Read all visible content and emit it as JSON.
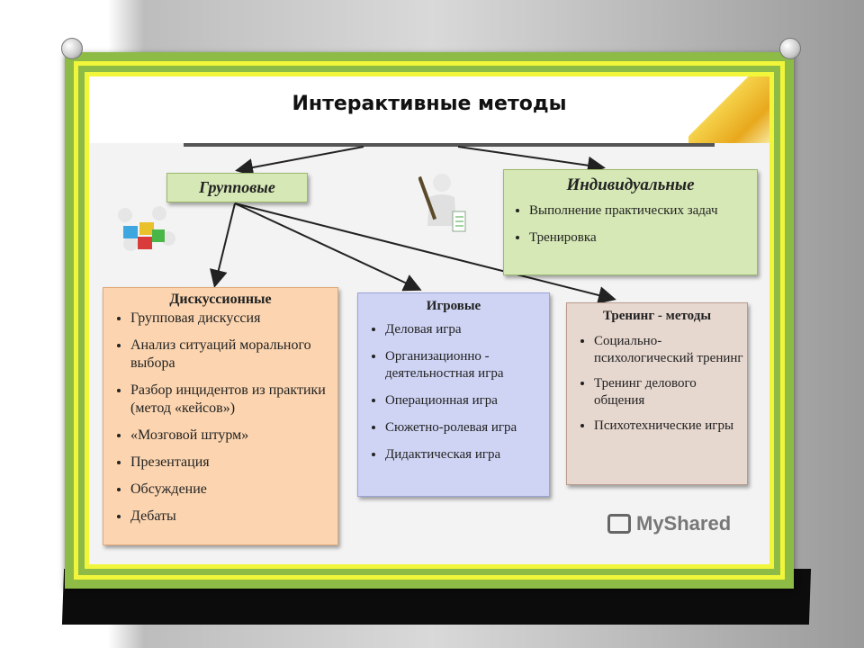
{
  "title": "Интерактивные методы",
  "nodes": {
    "group": {
      "label": "Групповые"
    },
    "individual": {
      "label": "Индивидуальные",
      "items": [
        "Выполнение практических задач",
        "Тренировка"
      ]
    },
    "discussion": {
      "label": "Дискуссионные",
      "items": [
        "Групповая дискуссия",
        "Анализ ситуаций морального выбора",
        "Разбор инцидентов из практики (метод «кейсов»)",
        "«Мозговой штурм»",
        "Презентация",
        "Обсуждение",
        "Дебаты"
      ]
    },
    "game": {
      "label": "Игровые",
      "items": [
        "Деловая игра",
        "Организационно - деятельностная игра",
        "Операционная игра",
        "Сюжетно-ролевая игра",
        "Дидактическая игра"
      ]
    },
    "training": {
      "label": "Тренинг - методы",
      "items": [
        "Социально-психологический тренинг",
        "Тренинг делового общения",
        "Психотехнические игры"
      ]
    }
  },
  "edges": [
    {
      "from": "title",
      "to": "group"
    },
    {
      "from": "title",
      "to": "individual"
    },
    {
      "from": "group",
      "to": "discussion"
    },
    {
      "from": "group",
      "to": "game"
    },
    {
      "from": "group",
      "to": "training"
    }
  ],
  "watermark": "MyShared",
  "colors": {
    "frame": "#8dbb46",
    "border_yellow": "#f2f63a",
    "group_box": "#d6e8b5",
    "discussion_box": "#fcd5b0",
    "game_box": "#cfd4f4",
    "training_box": "#e6d7cf"
  }
}
